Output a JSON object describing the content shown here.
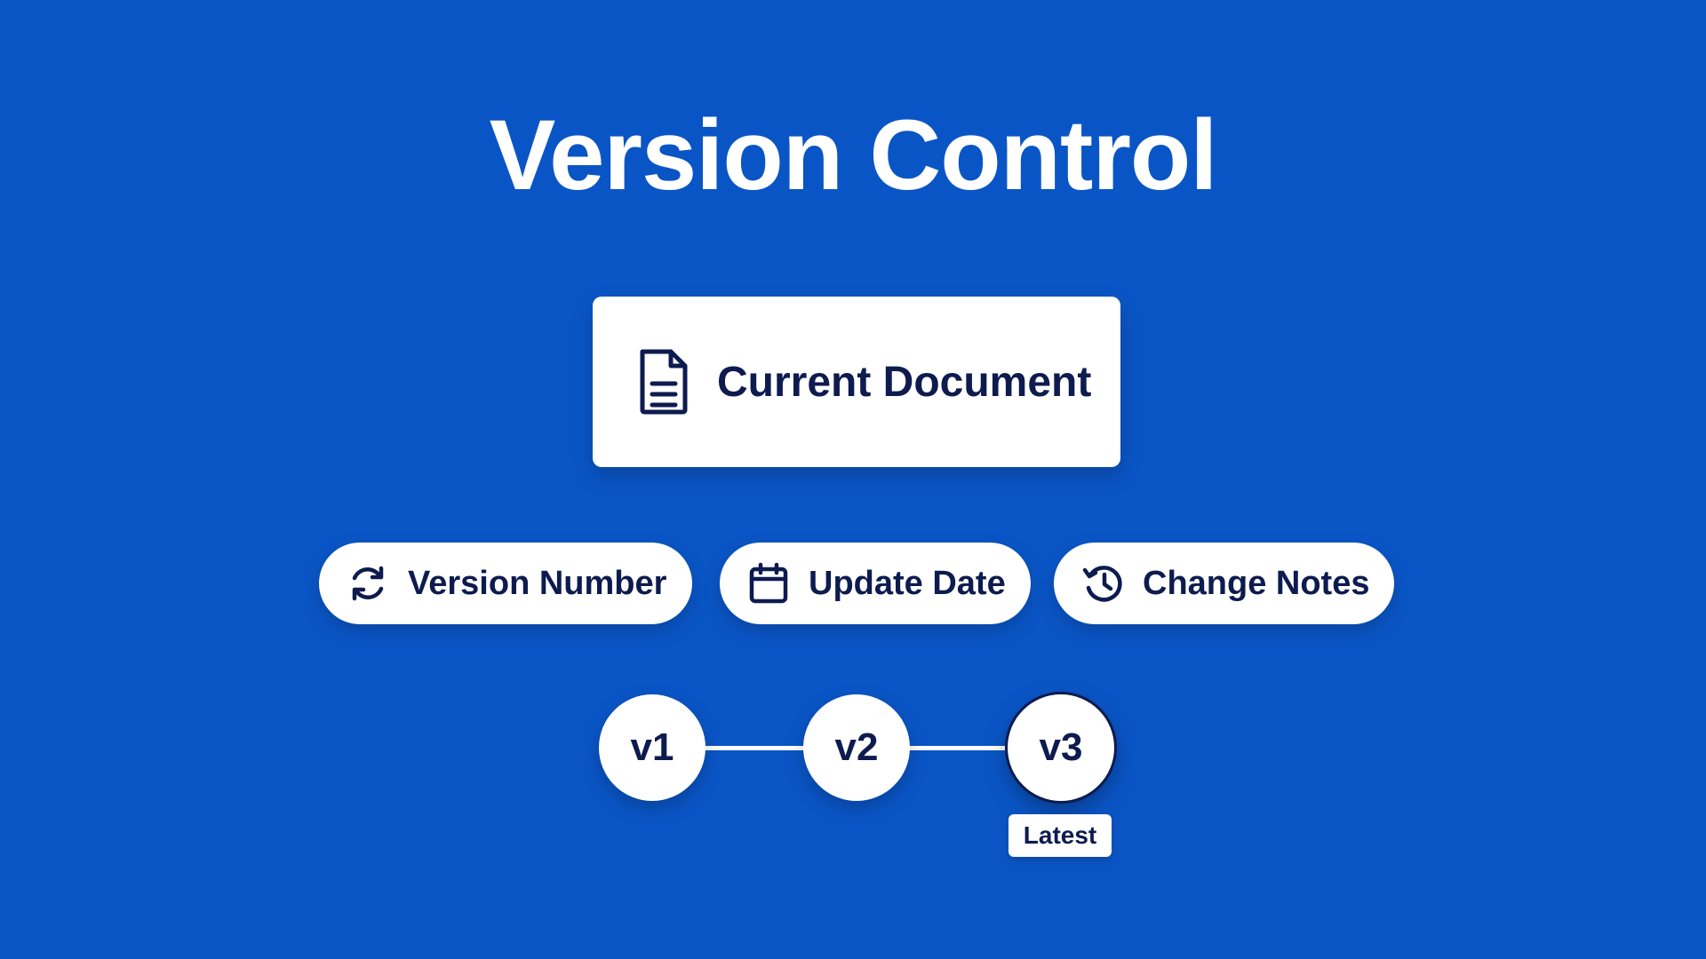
{
  "title": "Version Control",
  "document_card": {
    "label": "Current Document",
    "icon": "document-icon"
  },
  "attributes": [
    {
      "label": "Version Number",
      "icon": "refresh-icon"
    },
    {
      "label": "Update Date",
      "icon": "calendar-icon"
    },
    {
      "label": "Change Notes",
      "icon": "history-icon"
    }
  ],
  "versions": [
    {
      "label": "v1"
    },
    {
      "label": "v2"
    },
    {
      "label": "v3"
    }
  ],
  "latest_badge": "Latest",
  "colors": {
    "background": "#0a55c6",
    "card": "#ffffff",
    "text_dark": "#0d1b4f",
    "title": "#ffffff"
  }
}
